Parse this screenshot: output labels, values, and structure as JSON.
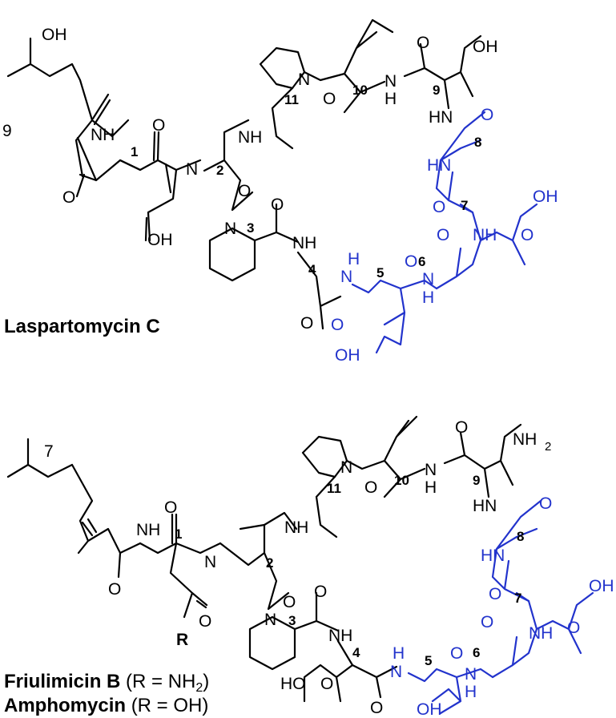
{
  "colors": {
    "bonds": "#000000",
    "highlight": "#2233cc"
  },
  "compounds": {
    "laspartomycin": {
      "name": "Laspartomycin C"
    },
    "friulimicin": {
      "name": "Friulimicin B",
      "r_group": "(R = NH",
      "r_sub": "2",
      "r_close": ")"
    },
    "amphomycin": {
      "name": "Amphomycin",
      "r_group": "(R = OH)"
    }
  },
  "labels": {
    "OH": "OH",
    "HO": "HO",
    "NH": "NH",
    "HN": "HN",
    "N": "N",
    "H": "H",
    "O": "O",
    "R": "R",
    "NH2": "NH",
    "sub2": "2",
    "chain9": "9",
    "chain7": "7",
    "n1": "1",
    "n2": "2",
    "n3": "3",
    "n4": "4",
    "n5": "5",
    "n6": "6",
    "n7": "7",
    "n8": "8",
    "n9": "9",
    "n10": "10",
    "n11": "11"
  }
}
